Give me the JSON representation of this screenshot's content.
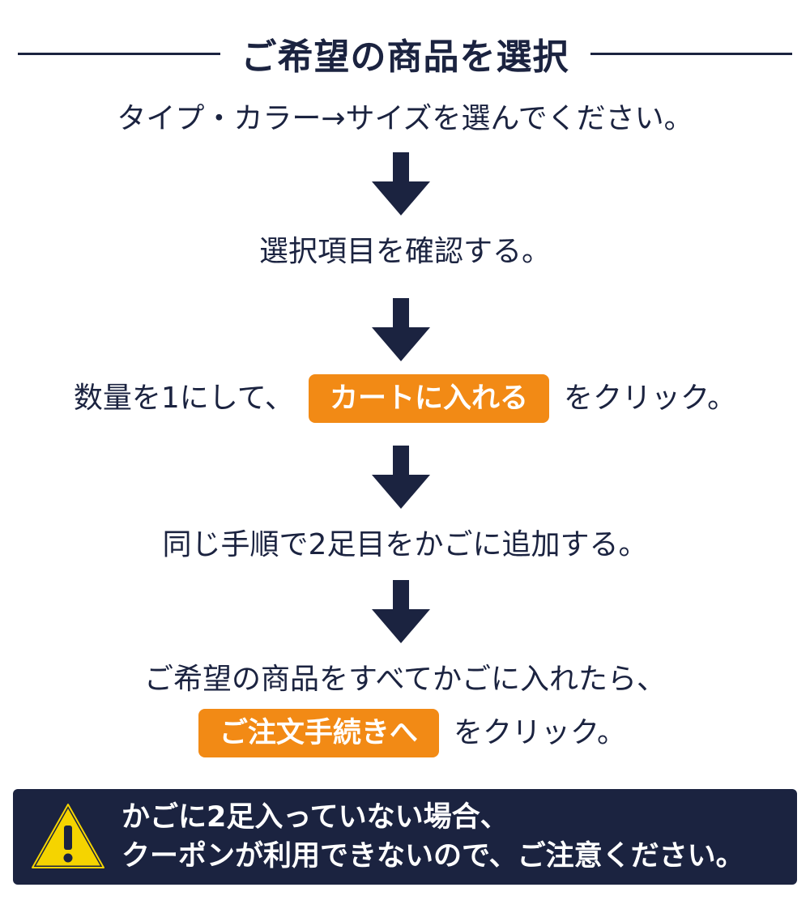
{
  "heading": {
    "title": "ご希望の商品を選択"
  },
  "steps": {
    "step1": "タイプ・カラー→サイズを選んでください。",
    "step2": "選択項目を確認する。",
    "step3_prefix": "数量を1にして、",
    "step3_button": "カートに入れる",
    "step3_suffix": "をクリック。",
    "step4": "同じ手順で2足目をかごに追加する。",
    "step5_line1": "ご希望の商品をすべてかごに入れたら、",
    "step5_button": "ご注文手続きへ",
    "step5_suffix": "をクリック。"
  },
  "warning": {
    "line1": "かごに2足入っていない場合、",
    "line2": "クーポンが利用できないので、ご注意ください。",
    "icon": "warning-triangle-icon"
  },
  "colors": {
    "navy": "#1b2340",
    "orange": "#f28a15",
    "warning_yellow": "#f5d400",
    "white": "#ffffff"
  }
}
